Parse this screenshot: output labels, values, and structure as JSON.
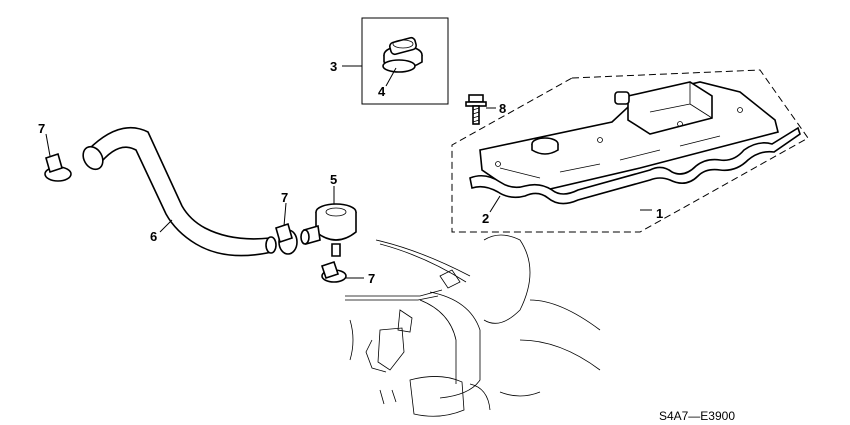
{
  "diagram": {
    "callouts": {
      "c1": "1",
      "c2": "2",
      "c3": "3",
      "c4": "4",
      "c5": "5",
      "c6": "6",
      "c7a": "7",
      "c7b": "7",
      "c7c": "7",
      "c8": "8"
    },
    "diagram_code": "S4A7—E3900"
  }
}
